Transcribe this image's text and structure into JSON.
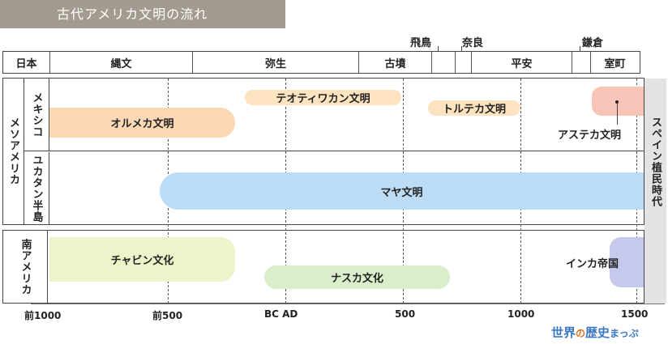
{
  "title": "古代アメリカ文明の流れ",
  "japan": {
    "label": "日本",
    "periods": [
      "縄文",
      "弥生",
      "古墳",
      "平安",
      "室町"
    ],
    "top_eras": [
      "飛鳥",
      "奈良",
      "鎌倉"
    ]
  },
  "regions": {
    "meso": {
      "label": "メソアメリカ",
      "sub1": "メキシコ",
      "sub2": "ユカタン半島"
    },
    "south": {
      "label": "南アメリカ"
    }
  },
  "civilizations": {
    "olmec": "オルメカ文明",
    "teotihuacan": "テオティワカン文明",
    "toltec": "トルテカ文明",
    "aztec": "アステカ文明",
    "maya": "マヤ文明",
    "chavin": "チャビン文化",
    "nazca": "ナスカ文化",
    "inca": "インカ帝国"
  },
  "spanish_colonial": "スペイン植民時代",
  "axis_ticks": [
    "前1000",
    "前500",
    "BC AD",
    "500",
    "1000",
    "1500"
  ],
  "logo": {
    "part1": "世界",
    "part2": "の",
    "part3": "歴史",
    "part4": "まっぷ"
  },
  "colors": {
    "title_bg": "#a39b8f",
    "olmec": "#fcd8b4",
    "teotihuacan": "#fde3bf",
    "toltec": "#fde3bf",
    "aztec": "#f9c5b8",
    "maya": "#bcdcf5",
    "chavin": "#ecf5c9",
    "nazca": "#daeecb",
    "inca": "#c6c9ec",
    "spanish": "#e3e3e3",
    "logo_blue": "#3a78c2",
    "logo_orange": "#e2731e"
  }
}
